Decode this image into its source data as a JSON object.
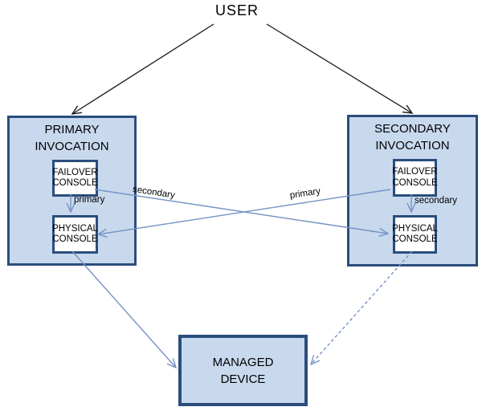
{
  "colors": {
    "group_fill": "#c8d9ee",
    "group_border": "#2b4d7c",
    "node_fill": "#ffffff",
    "node_border": "#2b4d7c",
    "line_blue": "#7593c4",
    "line_black": "#1a1a1a",
    "text_color": "#000000",
    "canvas_bg": "#ffffff"
  },
  "user": {
    "label": "USER"
  },
  "primary_group": {
    "title_line1": "PRIMARY",
    "title_line2": "INVOCATION",
    "failover_line1": "FAILOVER",
    "failover_line2": "CONSOLE",
    "physical_line1": "PHYSICAL",
    "physical_line2": "CONSOLE",
    "internal_edge_label": "primary"
  },
  "secondary_group": {
    "title_line1": "SECONDARY",
    "title_line2": "INVOCATION",
    "failover_line1": "FAILOVER",
    "failover_line2": "CONSOLE",
    "physical_line1": "PHYSICAL",
    "physical_line2": "CONSOLE",
    "internal_edge_label": "secondary"
  },
  "cross_edges": {
    "left_failover_to_right_physical_label": "secondary",
    "right_failover_to_left_physical_label": "primary"
  },
  "managed_device": {
    "line1": "MANAGED",
    "line2": "DEVICE"
  }
}
